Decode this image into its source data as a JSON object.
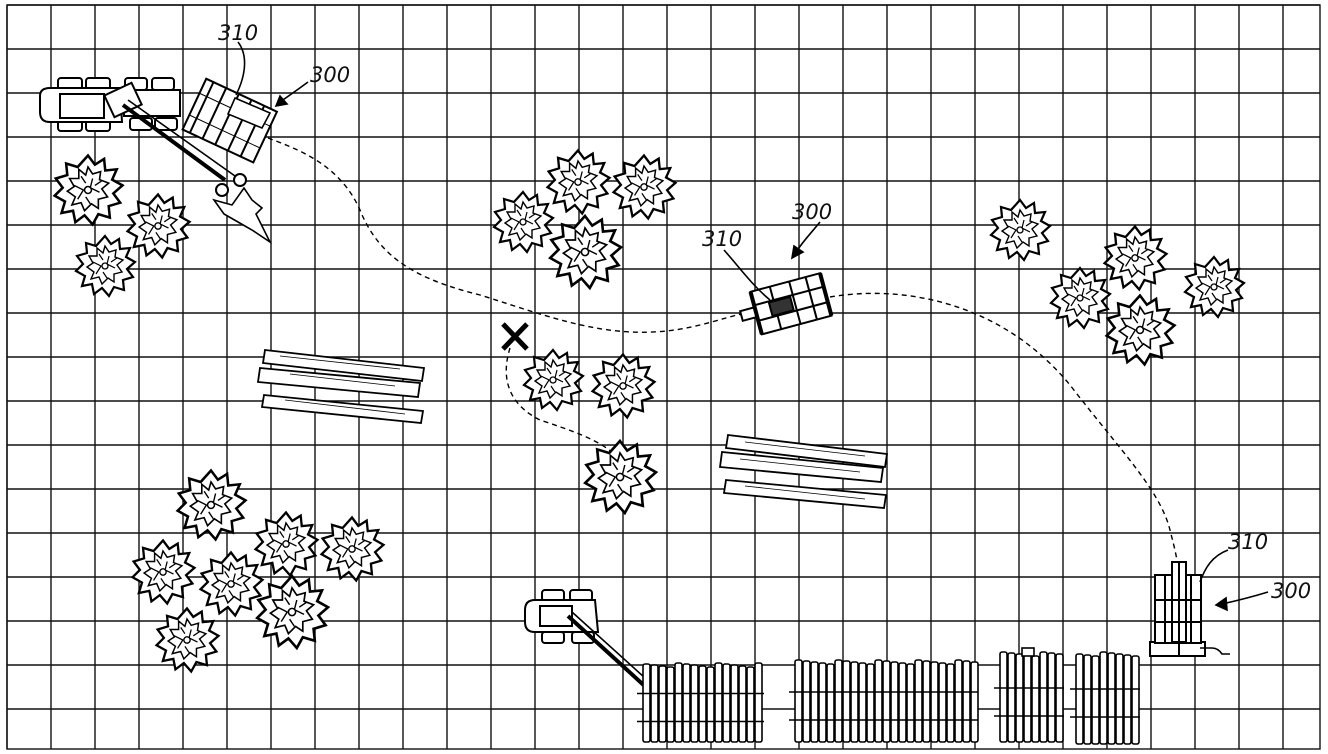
{
  "labels": {
    "tractor_marker": "310",
    "tractor_ref": "300",
    "center_marker": "310",
    "center_ref": "300",
    "bottom_marker": "310",
    "bottom_ref": "300"
  }
}
